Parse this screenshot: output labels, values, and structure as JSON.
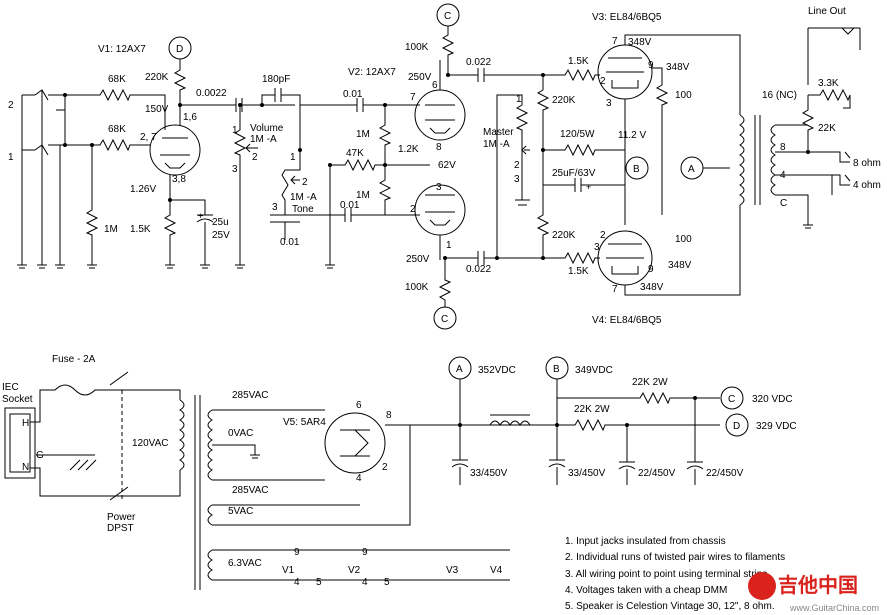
{
  "tubes": {
    "v1": "V1: 12AX7",
    "v2": "V2: 12AX7",
    "v3": "V3: EL84/6BQ5",
    "v4": "V4: EL84/6BQ5",
    "v5": "V5: 5AR4"
  },
  "nodes": {
    "a": "A",
    "b": "B",
    "c": "C",
    "d": "D"
  },
  "labels": {
    "r68k_a": "68K",
    "r68k_b": "68K",
    "r220k_v1": "220K",
    "r1m_v1": "1M",
    "r15k_v1": "1.5K",
    "c25u": "25u",
    "c25v": "25V",
    "c0022": "0.0022",
    "c180p": "180pF",
    "volume": "Volume",
    "volume_val": "1M -A",
    "tone": "Tone",
    "tone_val": "1M -A",
    "c001a": "0.01",
    "c001b": "0.01",
    "c001c": "0.01",
    "r1m_a": "1M",
    "r1m_b": "1M",
    "r47k": "47K",
    "r12k": "1.2K",
    "r100k_top": "100K",
    "r100k_bot": "100K",
    "c0022_top": "0.022",
    "c0022_bot": "0.022",
    "master": "Master",
    "master_val": "1M -A",
    "r220k_top": "220K",
    "r220k_bot": "220K",
    "r15k_top": "1.5K",
    "r15k_bot": "1.5K",
    "r120": "120/5W",
    "c25uf": "25uF/63V",
    "r100_top": "100",
    "r100_bot": "100",
    "r33k": "3.3K",
    "r22k": "22K",
    "line_out": "Line Out",
    "nc": "16 (NC)",
    "ohm8": "8 ohm",
    "ohm4": "4 ohm",
    "t8": "8",
    "t4": "4",
    "tc": "C",
    "jack2": "2",
    "jack1": "1",
    "fuse": "Fuse - 2A",
    "iec1": "IEC",
    "iec2": "Socket",
    "h": "H",
    "g": "G",
    "n": "N",
    "power1": "Power",
    "power2": "DPST",
    "vac120": "120VAC",
    "vac285a": "285VAC",
    "vac0": "0VAC",
    "vac285b": "285VAC",
    "vac5": "5VAC",
    "vac63": "6.3VAC",
    "c33a": "33/450V",
    "c33b": "33/450V",
    "c22a": "22/450V",
    "c22b": "22/450V",
    "r22k2w_a": "22K 2W",
    "r22k2w_b": "22K 2W",
    "vdc352": "352VDC",
    "vdc349": "349VDC",
    "vdc320": "320 VDC",
    "vdc329": "329 VDC",
    "fil_v1": "V1",
    "fil_v2": "V2",
    "fil_v3": "V3",
    "fil_v4": "V4"
  },
  "voltages": {
    "v150": "150V",
    "v126": "1.26V",
    "v250a": "250V",
    "v250b": "250V",
    "v62": "62V",
    "v348a": "348V",
    "v348b": "348V",
    "v348c": "348V",
    "v348d": "348V",
    "v112": "11.2 V"
  },
  "pins": {
    "v1_p27": "2, 7",
    "v1_p16": "1,6",
    "v1_p38": "3,8",
    "v2_p7": "7",
    "v2_p6": "6",
    "v2_p8": "8",
    "v2_p3": "3",
    "v2_p2": "2",
    "v2_p1": "1",
    "v3_7": "7",
    "v3_9": "9",
    "v3_2": "2",
    "v3_3": "3",
    "v4_2": "2",
    "v4_3": "3",
    "v4_9": "9",
    "v4_7": "7",
    "v5_6": "6",
    "v5_8": "8",
    "v5_2": "2",
    "v5_4": "4",
    "pot_1": "1",
    "pot_2": "2",
    "pot_3": "3",
    "tone_1": "1",
    "tone_2": "2",
    "tone_3": "3",
    "m_1": "1",
    "m_2": "2",
    "m_3": "3",
    "f9a": "9",
    "f4a": "4",
    "f5a": "5",
    "f9b": "9",
    "f4b": "4",
    "f5b": "5"
  },
  "notes": [
    "1. Input jacks insulated from chassis",
    "2. Individual runs of twisted pair wires to filaments",
    "3. All wiring point to point using terminal strips",
    "4. Voltages taken with a cheap DMM",
    "5. Speaker is Celestion Vintage 30, 12\", 8 ohm."
  ],
  "watermark": {
    "text": "吉他中国",
    "url": "www.GuitarChina.com"
  }
}
